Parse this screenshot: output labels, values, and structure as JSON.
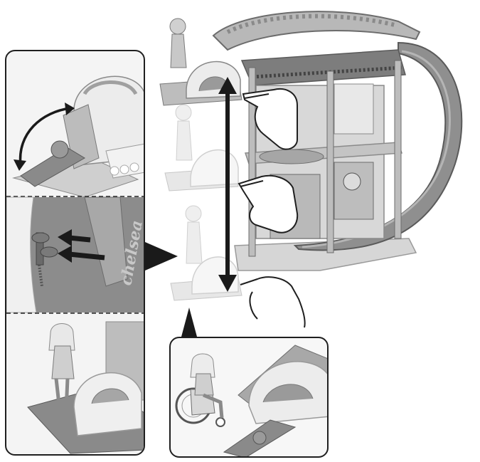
{
  "illustration": {
    "brand_mark": "chelsea",
    "colors": {
      "stroke": "#1f1f1f",
      "structure": "#8a8a8a",
      "structure_dark": "#6c6c6c",
      "structure_light": "#c9c9c9",
      "faded": "#e2e2e2",
      "panel_bg": "#f4f4f4",
      "arrow": "#1a1a1a"
    },
    "panels": [
      "step-hinge-ramp",
      "step-insert-pegs",
      "step-place-doll"
    ],
    "callouts": [
      "wheelchair-doll-detail"
    ]
  }
}
